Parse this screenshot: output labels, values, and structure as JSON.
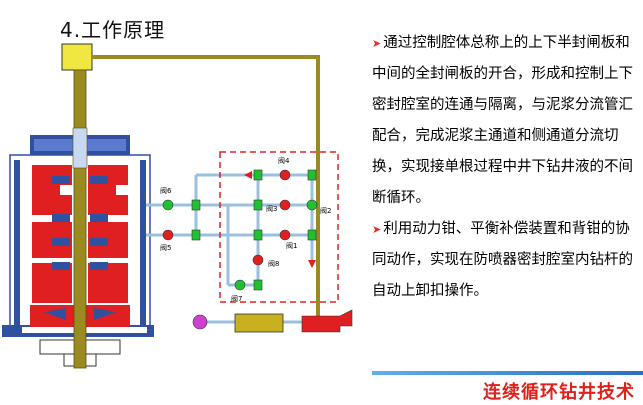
{
  "title": "4.工作原理",
  "paragraphs": [
    "通过控制腔体总称上的上下半封闸板和中间的全封闸板的开合，形成和控制上下密封腔室的连通与隔离，与泥浆分流管汇配合，完成泥浆主通道和侧通道分流切换，实现接单根过程中井下钻井液的不间断循环。",
    "利用动力钳、平衡补偿装置和背钳的协同动作，实现在防喷器密封腔室内钻杆的自动上卸扣操作。"
  ],
  "footer": "连续循环钻井技术",
  "valve_labels": {
    "v1": "阀1",
    "v2": "阀2",
    "v3": "阀3",
    "v4": "阀4",
    "v5": "阀5",
    "v6": "阀6",
    "v7": "阀7",
    "v8": "阀8"
  },
  "colors": {
    "pipe": "#9a8a20",
    "housing": "#e02020",
    "blue": "#3050a0",
    "valve_red": "#e02020",
    "valve_green": "#20c030",
    "dashed": "#e02020"
  }
}
